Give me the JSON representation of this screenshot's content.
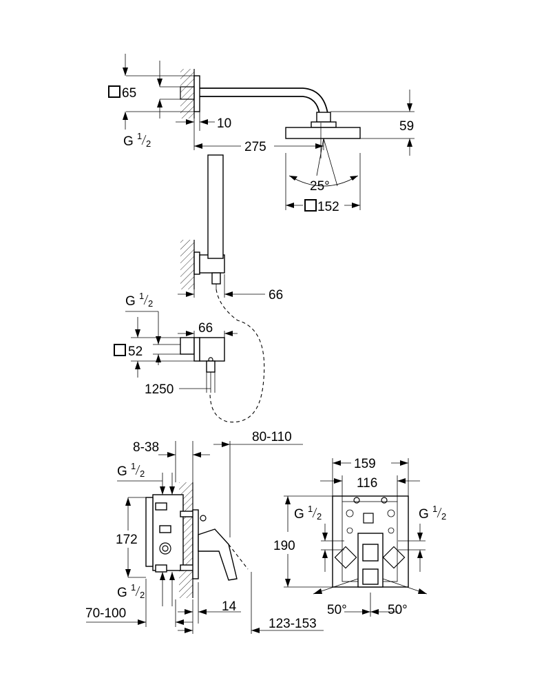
{
  "shower_head": {
    "square_65": "65",
    "thread_g": "G",
    "thread_num": "1",
    "thread_den": "2",
    "offset_10": "10",
    "arm_275": "275",
    "height_59": "59",
    "angle_25": "25°",
    "square_152": "152"
  },
  "hand_shower": {
    "wall_66": "66",
    "thread_g": "G",
    "thread_num": "1",
    "thread_den": "2",
    "outlet_66": "66",
    "square_52": "52",
    "hose_1250": "1250"
  },
  "mixer_side": {
    "range_8_38": "8-38",
    "range_80_110": "80-110",
    "thread_top_g": "G",
    "thread_top_num": "1",
    "thread_top_den": "2",
    "height_172": "172",
    "thread_bot_g": "G",
    "thread_bot_num": "1",
    "thread_bot_den": "2",
    "range_70_100": "70-100",
    "depth_14": "14",
    "range_123_153": "123-153"
  },
  "mixer_front": {
    "width_159": "159",
    "width_116": "116",
    "thread_left_g": "G",
    "thread_left_num": "1",
    "thread_left_den": "2",
    "thread_right_g": "G",
    "thread_right_num": "1",
    "thread_right_den": "2",
    "height_190": "190",
    "angle_left": "50°",
    "angle_right": "50°"
  }
}
